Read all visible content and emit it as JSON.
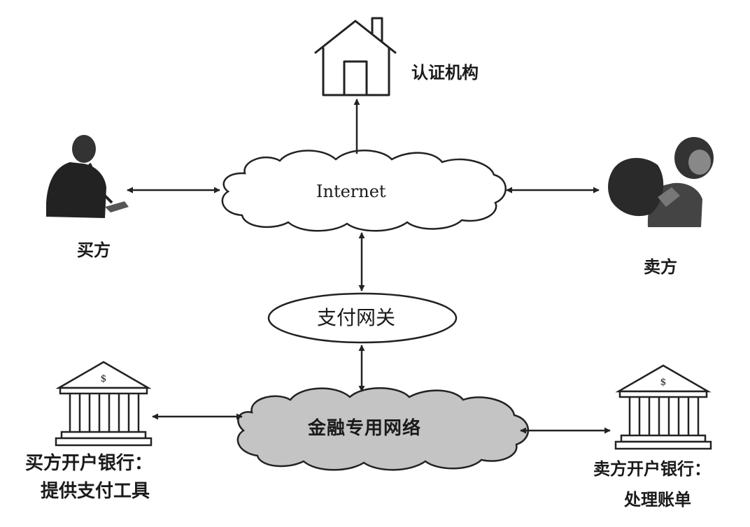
{
  "diagram": {
    "nodes": {
      "cert_authority": {
        "label": "认证机构"
      },
      "internet": {
        "label": "Internet"
      },
      "buyer": {
        "label": "买方"
      },
      "seller": {
        "label": "卖方"
      },
      "payment_gateway": {
        "label": "支付网关"
      },
      "financial_network": {
        "label": "金融专用网络"
      },
      "buyer_bank": {
        "label_line1": "买方开户银行：",
        "label_line2": "提供支付工具"
      },
      "seller_bank": {
        "label_line1": "卖方开户银行：",
        "label_line2": "处理账单"
      }
    },
    "edges": [
      {
        "from": "internet",
        "to": "cert_authority",
        "direction": "one-way"
      },
      {
        "from": "buyer",
        "to": "internet",
        "direction": "two-way"
      },
      {
        "from": "internet",
        "to": "seller",
        "direction": "two-way"
      },
      {
        "from": "internet",
        "to": "payment_gateway",
        "direction": "two-way"
      },
      {
        "from": "payment_gateway",
        "to": "financial_network",
        "direction": "two-way"
      },
      {
        "from": "buyer_bank",
        "to": "financial_network",
        "direction": "two-way"
      },
      {
        "from": "financial_network",
        "to": "seller_bank",
        "direction": "two-way"
      }
    ]
  }
}
